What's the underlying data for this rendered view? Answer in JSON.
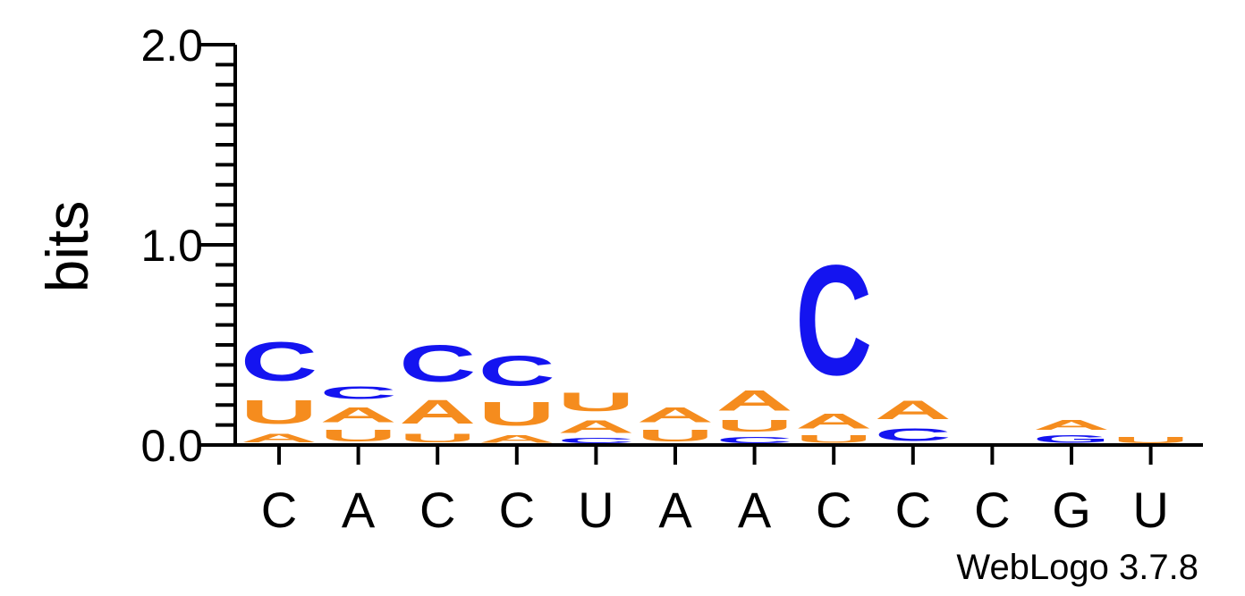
{
  "chart_data": {
    "type": "sequence-logo",
    "ylabel": "bits",
    "ylim": [
      0,
      2
    ],
    "yticks": [
      "0.0",
      "1.0",
      "2.0"
    ],
    "credit": "WebLogo 3.7.8",
    "colors": {
      "A": "#f58c1e",
      "U": "#f58c1e",
      "C": "#1414f0",
      "G": "#1414f0"
    },
    "positions": [
      {
        "label": "C",
        "stack": [
          {
            "letter": "A",
            "bits": 0.07
          },
          {
            "letter": "U",
            "bits": 0.19
          },
          {
            "letter": "C",
            "bits": 0.31
          }
        ]
      },
      {
        "label": "A",
        "stack": [
          {
            "letter": "U",
            "bits": 0.09
          },
          {
            "letter": "A",
            "bits": 0.12
          },
          {
            "letter": "C",
            "bits": 0.1
          }
        ]
      },
      {
        "label": "C",
        "stack": [
          {
            "letter": "U",
            "bits": 0.07
          },
          {
            "letter": "A",
            "bits": 0.19
          },
          {
            "letter": "C",
            "bits": 0.29
          }
        ]
      },
      {
        "label": "C",
        "stack": [
          {
            "letter": "A",
            "bits": 0.06
          },
          {
            "letter": "U",
            "bits": 0.19
          },
          {
            "letter": "C",
            "bits": 0.24
          }
        ]
      },
      {
        "label": "U",
        "stack": [
          {
            "letter": "C",
            "bits": 0.04
          },
          {
            "letter": "A",
            "bits": 0.1
          },
          {
            "letter": "U",
            "bits": 0.15
          }
        ]
      },
      {
        "label": "A",
        "stack": [
          {
            "letter": "U",
            "bits": 0.09
          },
          {
            "letter": "A",
            "bits": 0.12
          }
        ]
      },
      {
        "label": "A",
        "stack": [
          {
            "letter": "C",
            "bits": 0.05
          },
          {
            "letter": "U",
            "bits": 0.09
          },
          {
            "letter": "A",
            "bits": 0.16
          }
        ]
      },
      {
        "label": "C",
        "stack": [
          {
            "letter": "U",
            "bits": 0.06
          },
          {
            "letter": "A",
            "bits": 0.12
          },
          {
            "letter": "C",
            "bits": 0.88
          }
        ]
      },
      {
        "label": "C",
        "stack": [
          {
            "letter": "C",
            "bits": 0.1
          },
          {
            "letter": "A",
            "bits": 0.15
          }
        ]
      },
      {
        "label": "C",
        "stack": []
      },
      {
        "label": "G",
        "stack": [
          {
            "letter": "G",
            "bits": 0.06
          },
          {
            "letter": "A",
            "bits": 0.08
          }
        ]
      },
      {
        "label": "U",
        "stack": [
          {
            "letter": "U",
            "bits": 0.05
          }
        ]
      }
    ]
  }
}
